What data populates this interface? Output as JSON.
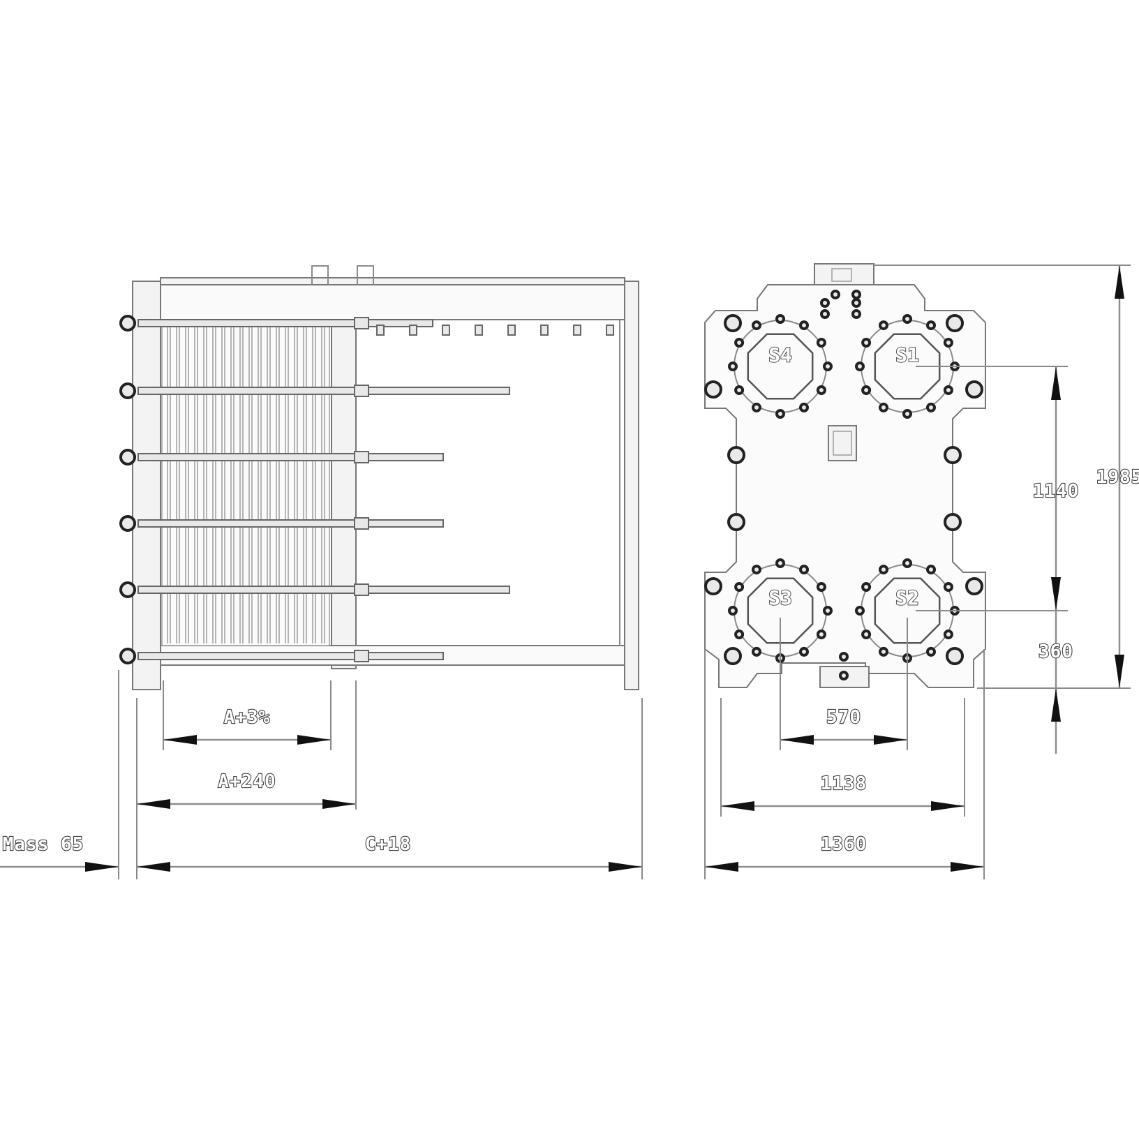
{
  "side_view": {
    "dimensions": {
      "a_min": "A+3%",
      "a_max": "A+240",
      "total_length": "C+18",
      "mass": "Mass 65"
    }
  },
  "front_view": {
    "ports": {
      "s4": "S4",
      "s1": "S1",
      "s3": "S3",
      "s2": "S2"
    },
    "dimensions": {
      "port_vertical": "1140",
      "total_height": "1985",
      "port_bottom": "360",
      "port_horizontal": "570",
      "bolt_span": "1138",
      "total_width": "1360"
    }
  }
}
